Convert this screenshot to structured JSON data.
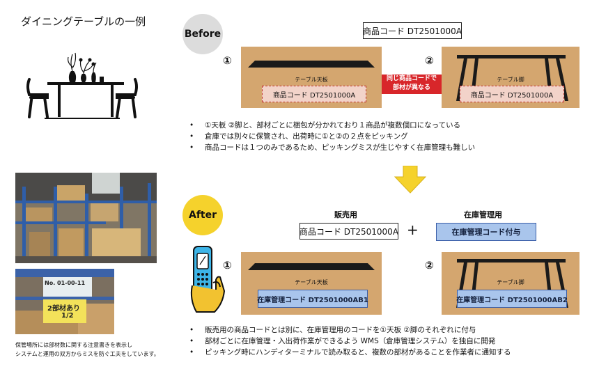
{
  "title": "ダイニングテーブルの一例",
  "before": {
    "badge": "Before",
    "product_code": "商品コード DT2501000A",
    "items": [
      {
        "num": "①",
        "board_label": "テーブル天板",
        "code": "商品コード DT2501000A"
      },
      {
        "num": "②",
        "board_label": "テーブル脚",
        "code": "商品コード DT2501000A"
      }
    ],
    "connector_line1": "同じ商品コードで",
    "connector_line2": "部材が異なる",
    "bullets": [
      "①天板 ②脚と、部材ごとに梱包が分かれており１商品が複数個口になっている",
      "倉庫では別々に保管され、出荷時に①と②の２点をピッキング",
      "商品コードは１つのみであるため、ピッキングミスが生じやすく在庫管理も難しい"
    ]
  },
  "after": {
    "badge": "After",
    "sales_label": "販売用",
    "stock_label": "在庫管理用",
    "product_code": "商品コード DT2501000A",
    "plus": "+",
    "stock_code": "在庫管理コード付与",
    "items": [
      {
        "num": "①",
        "board_label": "テーブル天板",
        "code": "在庫管理コード DT2501000AB1"
      },
      {
        "num": "②",
        "board_label": "テーブル脚",
        "code": "在庫管理コード DT2501000AB2"
      }
    ],
    "bullets": [
      "販売用の商品コードとは別に、在庫管理用のコードを①天板 ②脚のそれぞれに付与",
      "部材ごとに在庫管理・入出荷作業ができるよう WMS（倉庫管理システム）を独自に開発",
      "ピッキング時にハンディターミナルで読み取ると、複数の部材があることを作業者に通知する"
    ]
  },
  "photo_sign": {
    "line1": "No. 01-00-11",
    "line2": "2部材あり",
    "line3": "1/2"
  },
  "note_lines": [
    "保管場所には部材数に関する注意書きを表示し",
    "システムと運用の双方からミスを防ぐ工夫をしています。"
  ],
  "colors": {
    "before_badge": "#dcdcdc",
    "after_badge": "#f5d22c",
    "panel": "#d4a66f",
    "red": "#d8262a",
    "arrow": "#f5d22c",
    "blue_fill": "#a9c5ec",
    "terminal": "#3db5e8"
  }
}
